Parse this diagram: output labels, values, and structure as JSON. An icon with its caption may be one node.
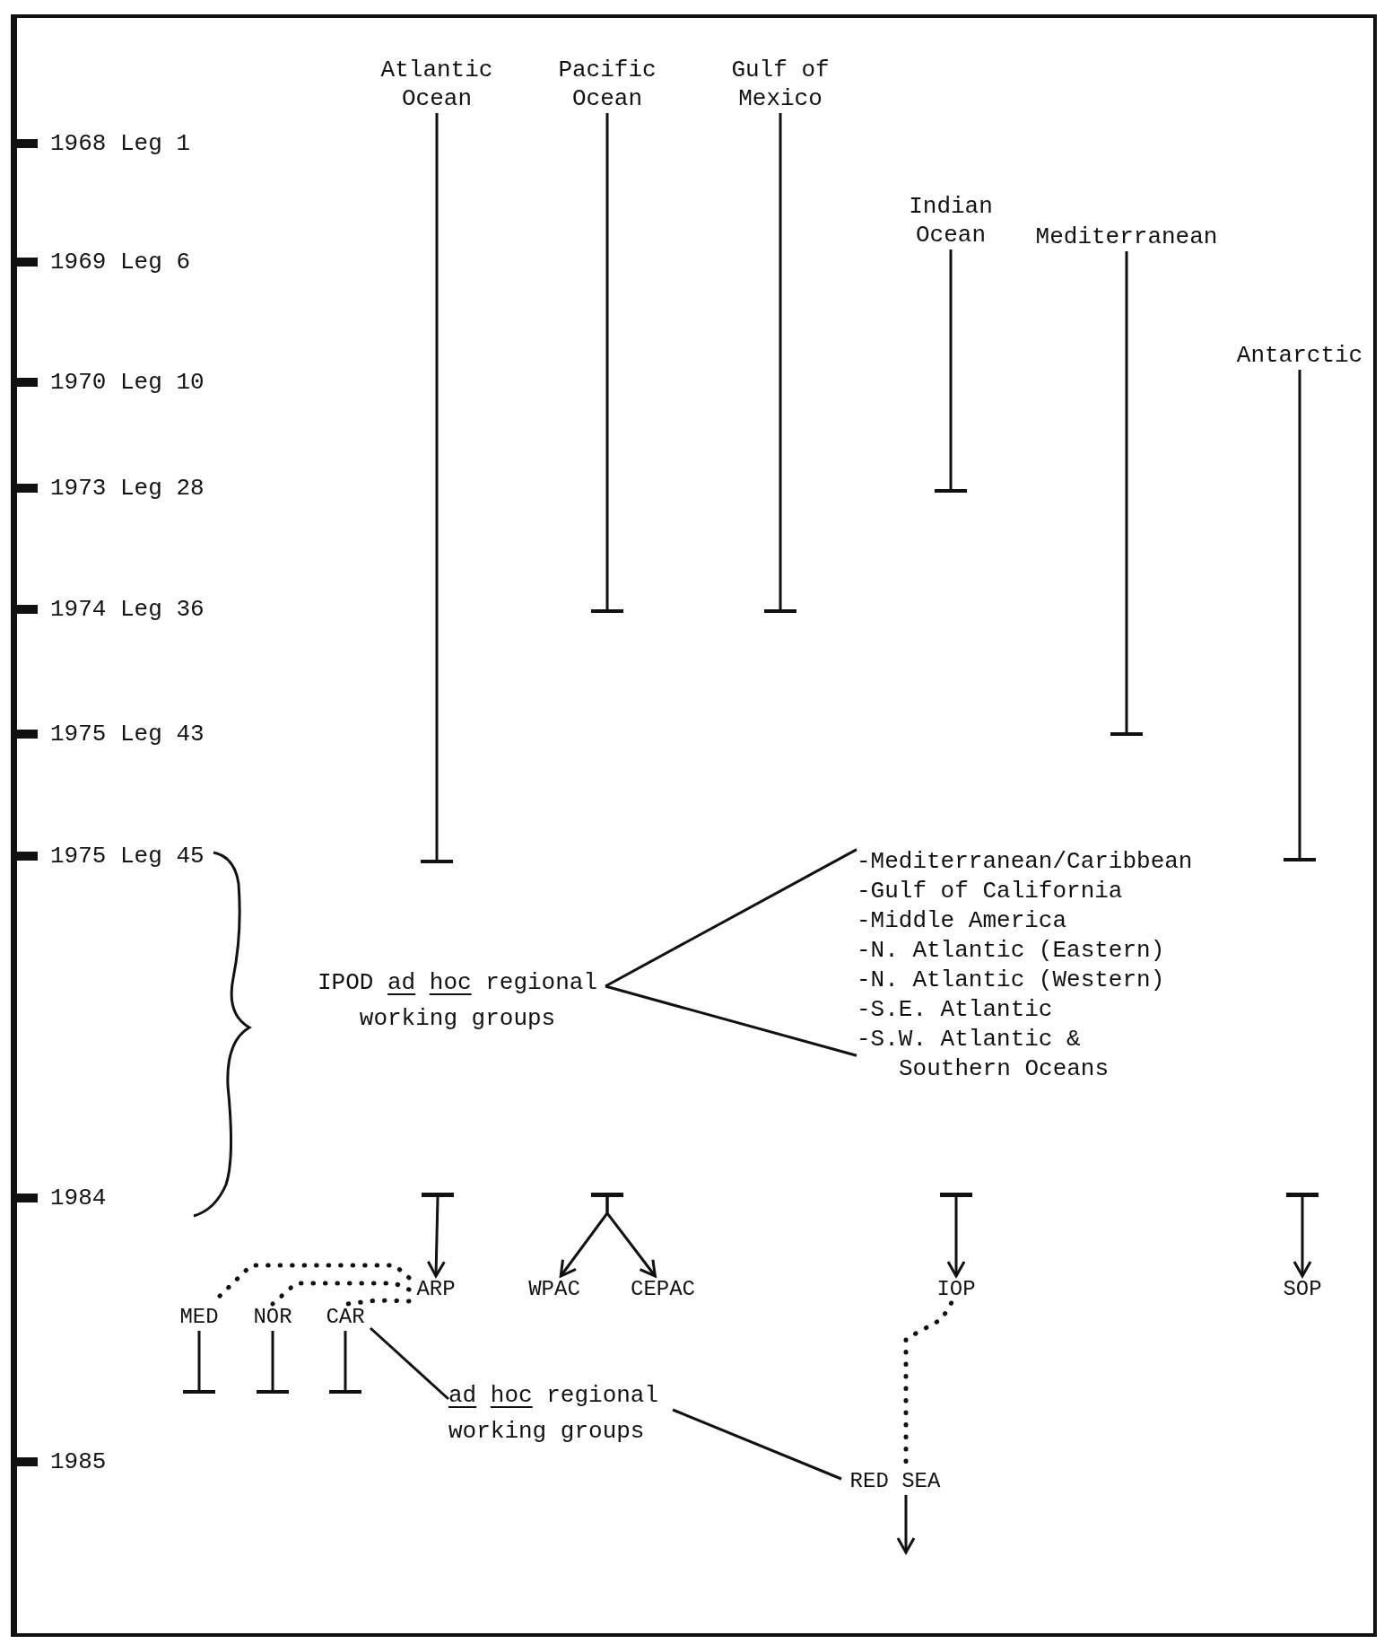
{
  "diagram": {
    "nodes": [
      {
        "text": [
          "Atlantic Ocean"
        ]
      },
      {
        "text": [
          "Pacific Ocean"
        ]
      },
      {
        "text": [
          "Gulf of Mexico"
        ]
      },
      {
        "text": [
          "Indian Ocean"
        ]
      },
      {
        "text": [
          "Mediterranean"
        ]
      },
      {
        "text": [
          "Antarctic"
        ]
      },
      {
        "text": [
          "IPOD *ad* *hoc* regional working groups"
        ]
      },
      {
        "text": [
          "-Mediterranean/Caribbean",
          "-Gulf of California",
          "-Middle America",
          "-N. Atlantic (Eastern)",
          "-N. Atlantic (Western)",
          "-S.E. Atlantic",
          "-S.W. Atlantic & Southern Oceans"
        ]
      },
      {
        "text": [],
        "shape": "bar"
      },
      {
        "text": [],
        "shape": "bar"
      },
      {
        "text": [],
        "shape": "bar"
      },
      {
        "text": [],
        "shape": "bar"
      },
      {
        "text": [
          "ARP"
        ]
      },
      {
        "text": [
          "WPAC"
        ]
      },
      {
        "text": [
          "CEPAC"
        ]
      },
      {
        "text": [
          "IOP"
        ]
      },
      {
        "text": [
          "SOP"
        ]
      },
      {
        "text": [
          "MED"
        ]
      },
      {
        "text": [
          "NOR"
        ]
      },
      {
        "text": [
          "CAR"
        ]
      },
      {
        "text": [
          "*ad* *hoc* regional working groups"
        ]
      },
      {
        "text": [
          "RED SEA"
        ]
      }
    ],
    "edges": [
      {
        "from": 0,
        "to": null,
        "arrow": "other"
      },
      {
        "from": 1,
        "to": null,
        "arrow": "other"
      },
      {
        "from": 2,
        "to": null,
        "arrow": "other"
      },
      {
        "from": 3,
        "to": null,
        "arrow": "other"
      },
      {
        "from": 4,
        "to": null,
        "arrow": "other"
      },
      {
        "from": 5,
        "to": null,
        "arrow": "other"
      },
      {
        "from": 6,
        "to": 7,
        "arrow": "none"
      },
      {
        "from": 6,
        "to": 7,
        "arrow": "none"
      },
      {
        "from": 8,
        "to": 12,
        "arrow": "to"
      },
      {
        "from": 9,
        "to": 13,
        "arrow": "to"
      },
      {
        "from": 9,
        "to": 14,
        "arrow": "to"
      },
      {
        "from": 10,
        "to": 15,
        "arrow": "to"
      },
      {
        "from": 11,
        "to": 16,
        "arrow": "to"
      },
      {
        "from": 12,
        "to": 17,
        "arrow": "none",
        "style": "dashed"
      },
      {
        "from": 12,
        "to": 18,
        "arrow": "none",
        "style": "dashed"
      },
      {
        "from": 12,
        "to": 19,
        "arrow": "none",
        "style": "dashed"
      },
      {
        "from": 17,
        "to": null,
        "arrow": "other"
      },
      {
        "from": 18,
        "to": null,
        "arrow": "other"
      },
      {
        "from": 19,
        "to": null,
        "arrow": "other"
      },
      {
        "from": 19,
        "to": 20,
        "arrow": "none"
      },
      {
        "from": 20,
        "to": 21,
        "arrow": "none"
      },
      {
        "from": 15,
        "to": 21,
        "arrow": "none",
        "style": "dashed"
      },
      {
        "from": 21,
        "to": null,
        "arrow": "to"
      }
    ],
    "labels": [
      "1968 Leg 1",
      "1969 Leg 6",
      "1970 Leg 10",
      "1973 Leg 28",
      "1974 Leg 36",
      "1975 Leg 43",
      "1975 Leg 45",
      "1984",
      "1985"
    ]
  }
}
